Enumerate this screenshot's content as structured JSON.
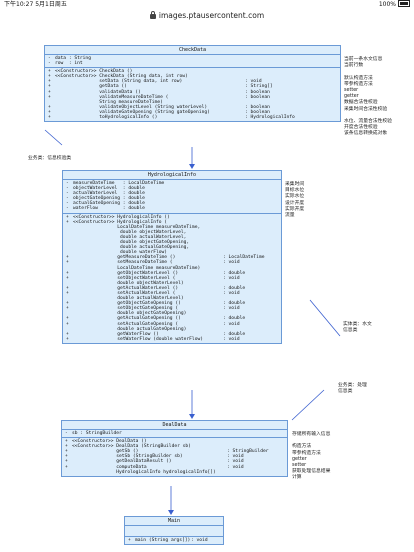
{
  "status_bar": {
    "time": "下午10:27  5月1日周五",
    "battery": "100%"
  },
  "browser": {
    "url": "images.ptausercontent.com"
  },
  "classes": {
    "checkdata": {
      "name": "CheckData",
      "attributes": [
        {
          "vis": "-",
          "text": "data : String"
        },
        {
          "vis": "-",
          "text": "row  : int"
        }
      ],
      "methods": [
        {
          "vis": "+",
          "text": "<<Constructor>> CheckData ()",
          "ret": ""
        },
        {
          "vis": "+",
          "text": "<<Constructor>> CheckData (String data, int row)",
          "ret": ""
        },
        {
          "vis": "+",
          "text": "                setData (String data, int row)",
          "ret": ": void"
        },
        {
          "vis": "+",
          "text": "                getData ()",
          "ret": ": String[]"
        },
        {
          "vis": "+",
          "text": "                validateData ()",
          "ret": ": boolean"
        },
        {
          "vis": "+",
          "text": "                validateMeasureDateTime (",
          "ret": ": boolean"
        },
        {
          "vis": " ",
          "text": "                String measureDateTime)",
          "ret": ""
        },
        {
          "vis": "+",
          "text": "                validateObjectLevel (String waterLevel)",
          "ret": ": boolean"
        },
        {
          "vis": "+",
          "text": "                validateGateOpening (String gateOpening)",
          "ret": ": boolean"
        },
        {
          "vis": "+",
          "text": "                toHydrologicalInfo ()",
          "ret": ": HydrologicalInfo"
        }
      ]
    },
    "hydro": {
      "name": "HydrologicalInfo",
      "attributes": [
        {
          "vis": "-",
          "text": "measureDateTime   : LocalDateTime"
        },
        {
          "vis": "-",
          "text": "objectWaterLevel  : double"
        },
        {
          "vis": "-",
          "text": "actualWaterLevel  : double"
        },
        {
          "vis": "-",
          "text": "objectGateOpening : double"
        },
        {
          "vis": "-",
          "text": "actualGateOpening : double"
        },
        {
          "vis": "-",
          "text": "waterFlow         : double"
        }
      ],
      "methods": [
        {
          "vis": "+",
          "text": "<<Constructor>> HydrologicalInfo ()",
          "ret": ""
        },
        {
          "vis": "+",
          "text": "<<Constructor>> HydrologicalInfo (",
          "ret": ""
        },
        {
          "vis": " ",
          "text": "                LocalDateTime measureDateTime,",
          "ret": ""
        },
        {
          "vis": " ",
          "text": "                 double objectWaterLevel,",
          "ret": ""
        },
        {
          "vis": " ",
          "text": "                 double actualWaterLevel,",
          "ret": ""
        },
        {
          "vis": " ",
          "text": "                 double objectGateOpening,",
          "ret": ""
        },
        {
          "vis": " ",
          "text": "                 double actualGateOpening,",
          "ret": ""
        },
        {
          "vis": " ",
          "text": "                 double waterFlow)",
          "ret": ""
        },
        {
          "vis": "+",
          "text": "                getMeasureDateTime ()",
          "ret": ": LocalDateTime"
        },
        {
          "vis": "+",
          "text": "                setMeasureDateTime (",
          "ret": ": void"
        },
        {
          "vis": " ",
          "text": "                LocalDateTime measureDateTime)",
          "ret": ""
        },
        {
          "vis": "+",
          "text": "                getObjectWaterLevel ()",
          "ret": ": double"
        },
        {
          "vis": "+",
          "text": "                setObjectWaterLevel (",
          "ret": ": void"
        },
        {
          "vis": " ",
          "text": "                double objectWaterLevel)",
          "ret": ""
        },
        {
          "vis": "+",
          "text": "                getActualWaterLevel ()",
          "ret": ": double"
        },
        {
          "vis": "+",
          "text": "                setActualWaterLevel (",
          "ret": ": void"
        },
        {
          "vis": " ",
          "text": "                double actualWaterLevel)",
          "ret": ""
        },
        {
          "vis": "+",
          "text": "                getObjectGateOpening ()",
          "ret": ": double"
        },
        {
          "vis": "+",
          "text": "                setObjectGateOpening (",
          "ret": ": void"
        },
        {
          "vis": " ",
          "text": "                double objectGateOpening)",
          "ret": ""
        },
        {
          "vis": "+",
          "text": "                getActualGateOpening ()",
          "ret": ": double"
        },
        {
          "vis": "+",
          "text": "                setActualGateOpening (",
          "ret": ": void"
        },
        {
          "vis": " ",
          "text": "                double actualGateOpening)",
          "ret": ""
        },
        {
          "vis": "+",
          "text": "                getWaterFlow ()",
          "ret": ": double"
        },
        {
          "vis": "+",
          "text": "                setWaterFlow (double waterFlow)",
          "ret": ": void"
        }
      ]
    },
    "dealdata": {
      "name": "DealData",
      "attributes": [
        {
          "vis": "-",
          "text": "sb : StringBuilder"
        }
      ],
      "methods": [
        {
          "vis": "+",
          "text": "<<Constructor>> DealData ()",
          "ret": ""
        },
        {
          "vis": "+",
          "text": "<<Constructor>> DealData (StringBuilder sb)",
          "ret": ""
        },
        {
          "vis": "+",
          "text": "                getSb ()",
          "ret": ": StringBuilder"
        },
        {
          "vis": "+",
          "text": "                setSb (StringBuilder sb)",
          "ret": ": void"
        },
        {
          "vis": "+",
          "text": "                getDealDataResult ()",
          "ret": ": void"
        },
        {
          "vis": "+",
          "text": "                computeData",
          "ret": ": void"
        },
        {
          "vis": " ",
          "text": "                HydrologicalInfo hydrologicalInfo[])",
          "ret": ""
        }
      ]
    },
    "main": {
      "name": "Main",
      "methods": [
        {
          "vis": "+",
          "text": "main (String args[])",
          "ret": ": void"
        }
      ]
    }
  },
  "notes": {
    "checkdata_notes": "当前一条水文信息\n当前行数\n\n默认构造方法\n带参构造方法\nsetter\ngetter\n数据合法性校验\n采集时间合法性校验\n\n水位、流量合法性校验\n开度合法性校验\n该条信息转换成对象",
    "hydro_notes": "采集时间\n目标水位\n实际水位\n设计开度\n实际开度\n流量",
    "assoc_check": "业务类：信息校验类",
    "assoc_hydro": "实体类：水文\n信息类",
    "assoc_deal": "业务类：处理\n信息类",
    "dealdata_notes": "存储所有输入信息\n\n构造方法\n带参构造方法\ngetter\nsetter\n获取处理信息结果\n计算"
  }
}
